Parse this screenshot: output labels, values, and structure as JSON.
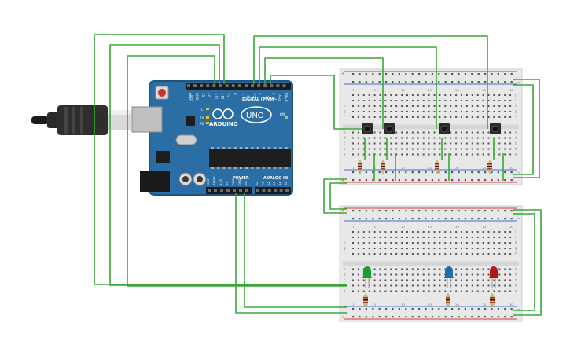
{
  "arduino": {
    "brand": "ARDUINO",
    "model": "UNO",
    "digital_label": "DIGITAL (PWM~)",
    "power_label": "POWER",
    "analog_label": "ANALOG IN",
    "tx_label": "TX",
    "rx_label": "RX",
    "l_label": "L",
    "on_label": "ON",
    "digital_pins": [
      "AREF",
      "GND",
      "13",
      "12",
      "~11",
      "~10",
      "~9",
      "8",
      "7",
      "~6",
      "~5",
      "4",
      "~3",
      "2",
      "TX→1",
      "RX←0"
    ],
    "power_pins": [
      "IOREF",
      "RESET",
      "3.3V",
      "5V",
      "GND",
      "GND",
      "Vin"
    ],
    "analog_pins": [
      "A0",
      "A1",
      "A2",
      "A3",
      "A4",
      "A5"
    ]
  },
  "breadboards": [
    {
      "name": "top-breadboard",
      "row_letters_top": [
        "j",
        "i",
        "h",
        "g",
        "f"
      ],
      "row_letters_bottom": [
        "e",
        "d",
        "c",
        "b",
        "a"
      ],
      "numbers": [
        "1",
        "5",
        "10",
        "15",
        "20",
        "25",
        "30"
      ]
    },
    {
      "name": "bottom-breadboard",
      "row_letters_top": [
        "j",
        "i",
        "h",
        "g",
        "f"
      ],
      "row_letters_bottom": [
        "e",
        "d",
        "c",
        "b",
        "a"
      ],
      "numbers": [
        "1",
        "5",
        "10",
        "15",
        "20",
        "25",
        "30"
      ]
    }
  ],
  "rail_signs": {
    "plus": "+",
    "minus": "−"
  },
  "components": {
    "buttons": 4,
    "button_resistors": 4,
    "leds": [
      {
        "name": "green-led",
        "color": "#1a9e2f"
      },
      {
        "name": "blue-led",
        "color": "#1a6fb0"
      },
      {
        "name": "red-led",
        "color": "#b01a1a"
      }
    ],
    "led_resistors": 3
  },
  "colors": {
    "wire": "#3aa63a",
    "board": "#2b6ea6",
    "board_dark": "#1f5482",
    "breadboard": "#e8e8e8",
    "rail_red": "#d23c3c",
    "rail_blue": "#3f6fc8",
    "usb_body": "#2a2a2a"
  }
}
